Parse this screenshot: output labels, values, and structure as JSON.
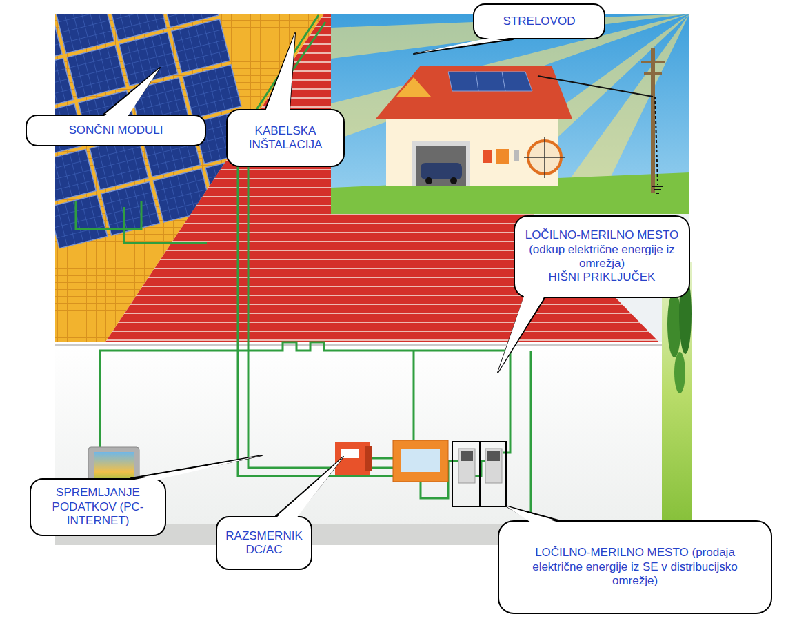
{
  "diagram": {
    "nodes": [
      {
        "text": [
          "STRELOVOD"
        ]
      },
      {
        "text": [
          "SONČNI MODULI"
        ]
      },
      {
        "text": [
          "KABELSKA INŠTALACIJA"
        ]
      },
      {
        "text": [
          "LOČILNO-MERILNO MESTO (odkup električne energije iz omrežja)",
          "HIŠNI PRIKLJUČEK"
        ]
      },
      {
        "text": [
          "SPREMLJANJE PODATKOV (PC-INTERNET)"
        ]
      },
      {
        "text": [
          "RAZSMERNIK DC/AC"
        ]
      },
      {
        "text": [
          "LOČILNO-MERILNO MESTO (prodaja električne energije iz SE v distribucijsko omrežje)"
        ]
      }
    ]
  }
}
